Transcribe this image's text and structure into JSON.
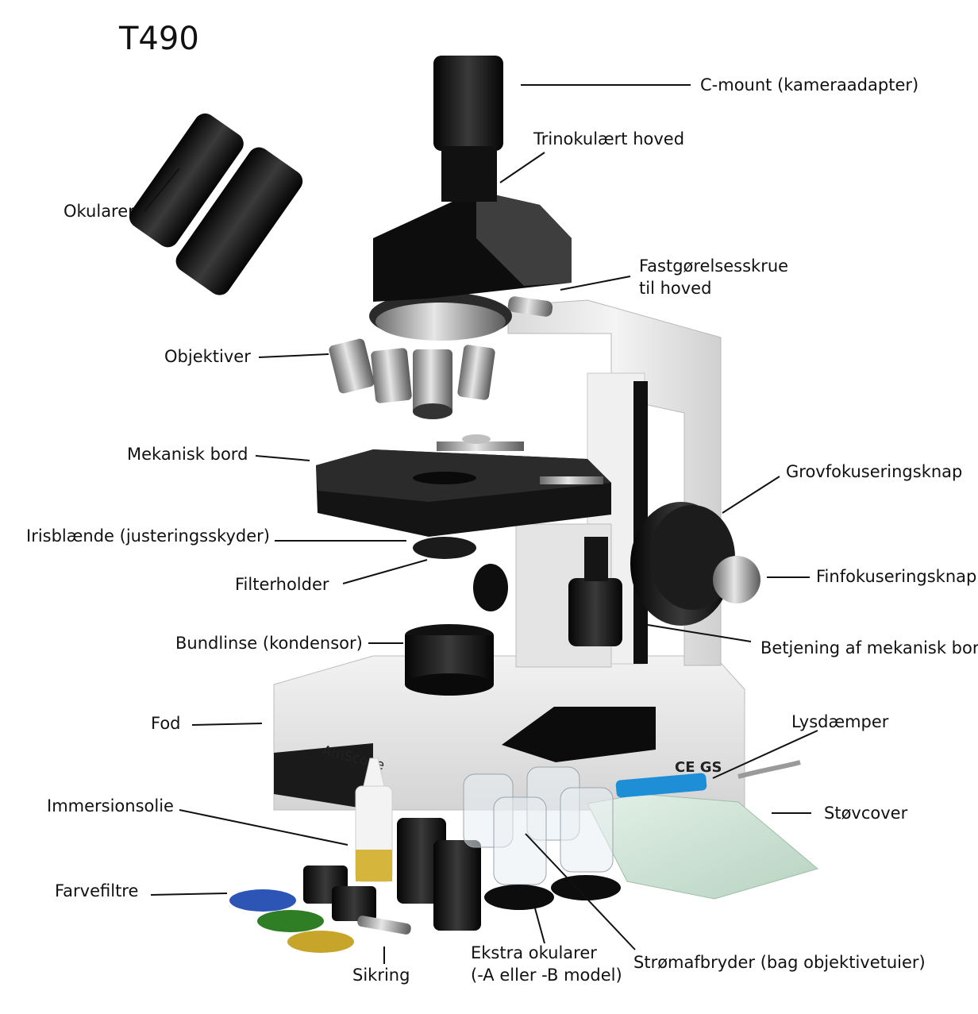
{
  "title": "T490",
  "labels": {
    "c_mount": "C-mount (kameraadapter)",
    "trinocular_head": "Trinokulært hoved",
    "eyepieces": "Okularer",
    "head_screw_1": "Fastgørelsesskrue",
    "head_screw_2": "til hoved",
    "objectives": "Objektiver",
    "mechanical_stage": "Mekanisk bord",
    "coarse_focus": "Grovfokuseringsknap",
    "iris": "Irisblænde (justeringsskyder)",
    "fine_focus": "Finfokuseringsknap",
    "filter_holder": "Filterholder",
    "condenser": "Bundlinse (kondensor)",
    "stage_control": "Betjening af mekanisk bord",
    "base": "Fod",
    "dimmer": "Lysdæmper",
    "immersion_oil": "Immersionsolie",
    "dust_cover": "Støvcover",
    "color_filters": "Farvefiltre",
    "extra_eyepieces_1": "Ekstra okularer",
    "extra_eyepieces_2": "(-A eller -B model)",
    "power_switch": "Strømafbryder (bag objektivetuier)",
    "fuse": "Sikring"
  },
  "device": {
    "brand": "AmScope",
    "marks": "CE GS"
  },
  "colors": {
    "arm": "#e9e9e9",
    "metal_dark": "#111111",
    "filter_blue": "#2d55b5",
    "filter_green": "#2f7d25",
    "filter_yellow": "#c7a52a",
    "dimmer_blue": "#1e8fd6",
    "cover_green": "#cfe3d6"
  }
}
